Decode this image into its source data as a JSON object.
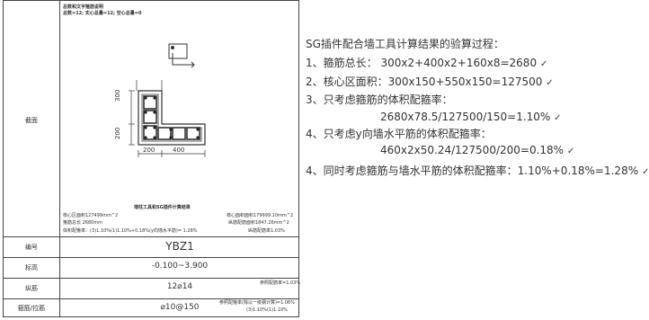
{
  "left": {
    "header_title": "总数和文字箍筋说明",
    "header_counts": "总数=12; 实心总量=12; 空心总量=0",
    "labels": {
      "section": "截面",
      "number": "编号",
      "elevation": "标高",
      "longitudinal": "纵筋",
      "stirrup": "箍筋/拉筋"
    },
    "dims": {
      "h1": "300",
      "h2": "200",
      "w1": "200",
      "w2": "400"
    },
    "section_info": {
      "result_label": "墙柱工具和SG插件计算结果",
      "core_area": "核心区面积127499mm^2",
      "core_area_r": "核心面积面积179999.10mm^2",
      "stirrup_len": "箍筋总长 2680mm",
      "stirrup_area_r": "纵筋配筋面积1847.26mm^2",
      "vol_ratio": "体积配箍率：(3)1.10%(1)1.10%+0.18%(y向墙水平筋)= 1.28%",
      "long_ratio": "纵筋配筋率1.03%"
    },
    "number_value": "YBZ1",
    "elevation_value": "-0.100~3.900",
    "longitudinal_value": "12⌀14",
    "longitudinal_note": "参照配筋率=1.03%",
    "stirrup_value": "⌀10@150",
    "stirrup_note1": "参照配箍率(除以一级钢计算)=1.06%",
    "stirrup_note2": "(3)1.10%(1)1.10%"
  },
  "right": {
    "title": "SG插件配合墙工具计算结果的验算过程：",
    "line1": "1、箍筋总长：  300x2+400x2+160x8=2680",
    "line2": "2、核心区面积：300x150+550x150=127500",
    "line3": "3、只考虑箍筋的体积配箍率：",
    "line3b": "2680x78.5/127500/150=1.10%",
    "line4": "4、只考虑y向墙水平筋的体积配箍率：",
    "line4b": "460x2x50.24/127500/200=0.18%",
    "line5": "4、同时考虑箍筋与墙水平筋的体积配箍率：1.10%+0.18%=1.28%",
    "check": "✓"
  }
}
